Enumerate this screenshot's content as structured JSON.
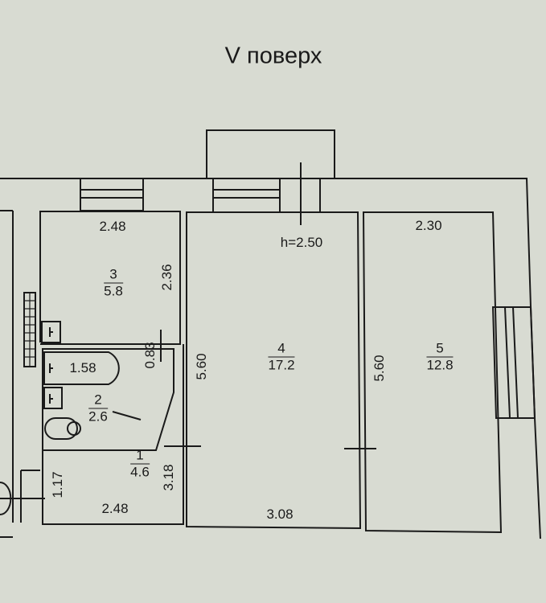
{
  "title": "V поверх",
  "ceiling_height": "h=2.50",
  "rooms": [
    {
      "number": "1",
      "area": "4.6"
    },
    {
      "number": "2",
      "area": "2.6"
    },
    {
      "number": "3",
      "area": "5.8"
    },
    {
      "number": "4",
      "area": "17.2"
    },
    {
      "number": "5",
      "area": "12.8"
    }
  ],
  "dimensions": {
    "room3_width": "2.48",
    "room3_length": "2.36",
    "bath_length": "1.58",
    "bath_gap": "0.83",
    "room1_length": "3.18",
    "room1_side": "1.17",
    "room1_width": "2.48",
    "room4_length": "5.60",
    "room4_width": "3.08",
    "room5_length": "5.60",
    "room5_width": "2.30"
  },
  "colors": {
    "paper": "#d8dbd2",
    "ink": "#1a1a1a"
  }
}
